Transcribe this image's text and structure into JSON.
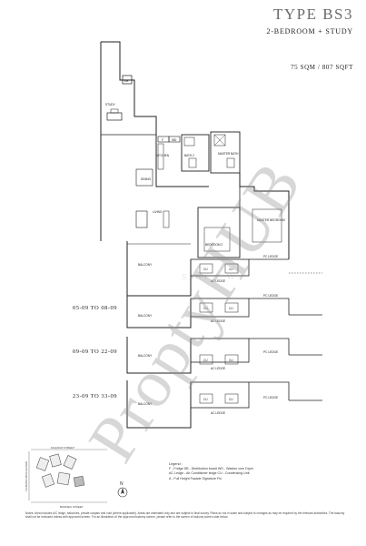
{
  "unit": {
    "type": "TYPE BS3",
    "subtitle": "2-BEDROOM + STUDY",
    "area": "75 SQM / 807 SQFT"
  },
  "watermark": {
    "main": "ProptyHUB",
    "faint": "S HI I W"
  },
  "rooms": {
    "study": "STUDY",
    "db": "DB",
    "f": "F",
    "wd": "WD",
    "kitchen": "KITCHEN",
    "bath2": "BATH 2",
    "master_bath": "MASTER BATH",
    "dining": "DINING",
    "living": "LIVING",
    "bedroom2": "BEDROOM 2",
    "master_bedroom": "MASTER BEDROOM",
    "balcony": "BALCONY",
    "pc_ledge": "PC LEDGE",
    "ac_ledge": "AC LEDGE",
    "cu": "CU"
  },
  "floor_ranges": [
    "05-09 TO 08-09",
    "09-09 TO 22-09",
    "23-09 TO 33-09"
  ],
  "keyplan": {
    "street_top": "FAIQOUR STREET",
    "street_left": "TALBANG BOULEVARD",
    "street_bottom": "BORNEO STREET",
    "north": "N"
  },
  "legend": {
    "title": "Legend :",
    "line1": "F - Fridge    DB - Distribution board    WD - Washer cum Dryer",
    "line2": "AC Ledge - Air Conditioner ledge    CU - Condensing Unit",
    "line3": "A - Full Height Facade Signature Fin"
  },
  "notes": "Notes: Area includes A/C ledge, balconies, private carpark and void (where applicable). Areas are estimated only and are subject to final survey. Plans do not in scale and subject to changes as may be required by the relevant authorities. The balcony shall not be enclosed unless with approved screen. For an illustration of the approved balcony screen, please refer to the screen of balcony screen side below."
}
